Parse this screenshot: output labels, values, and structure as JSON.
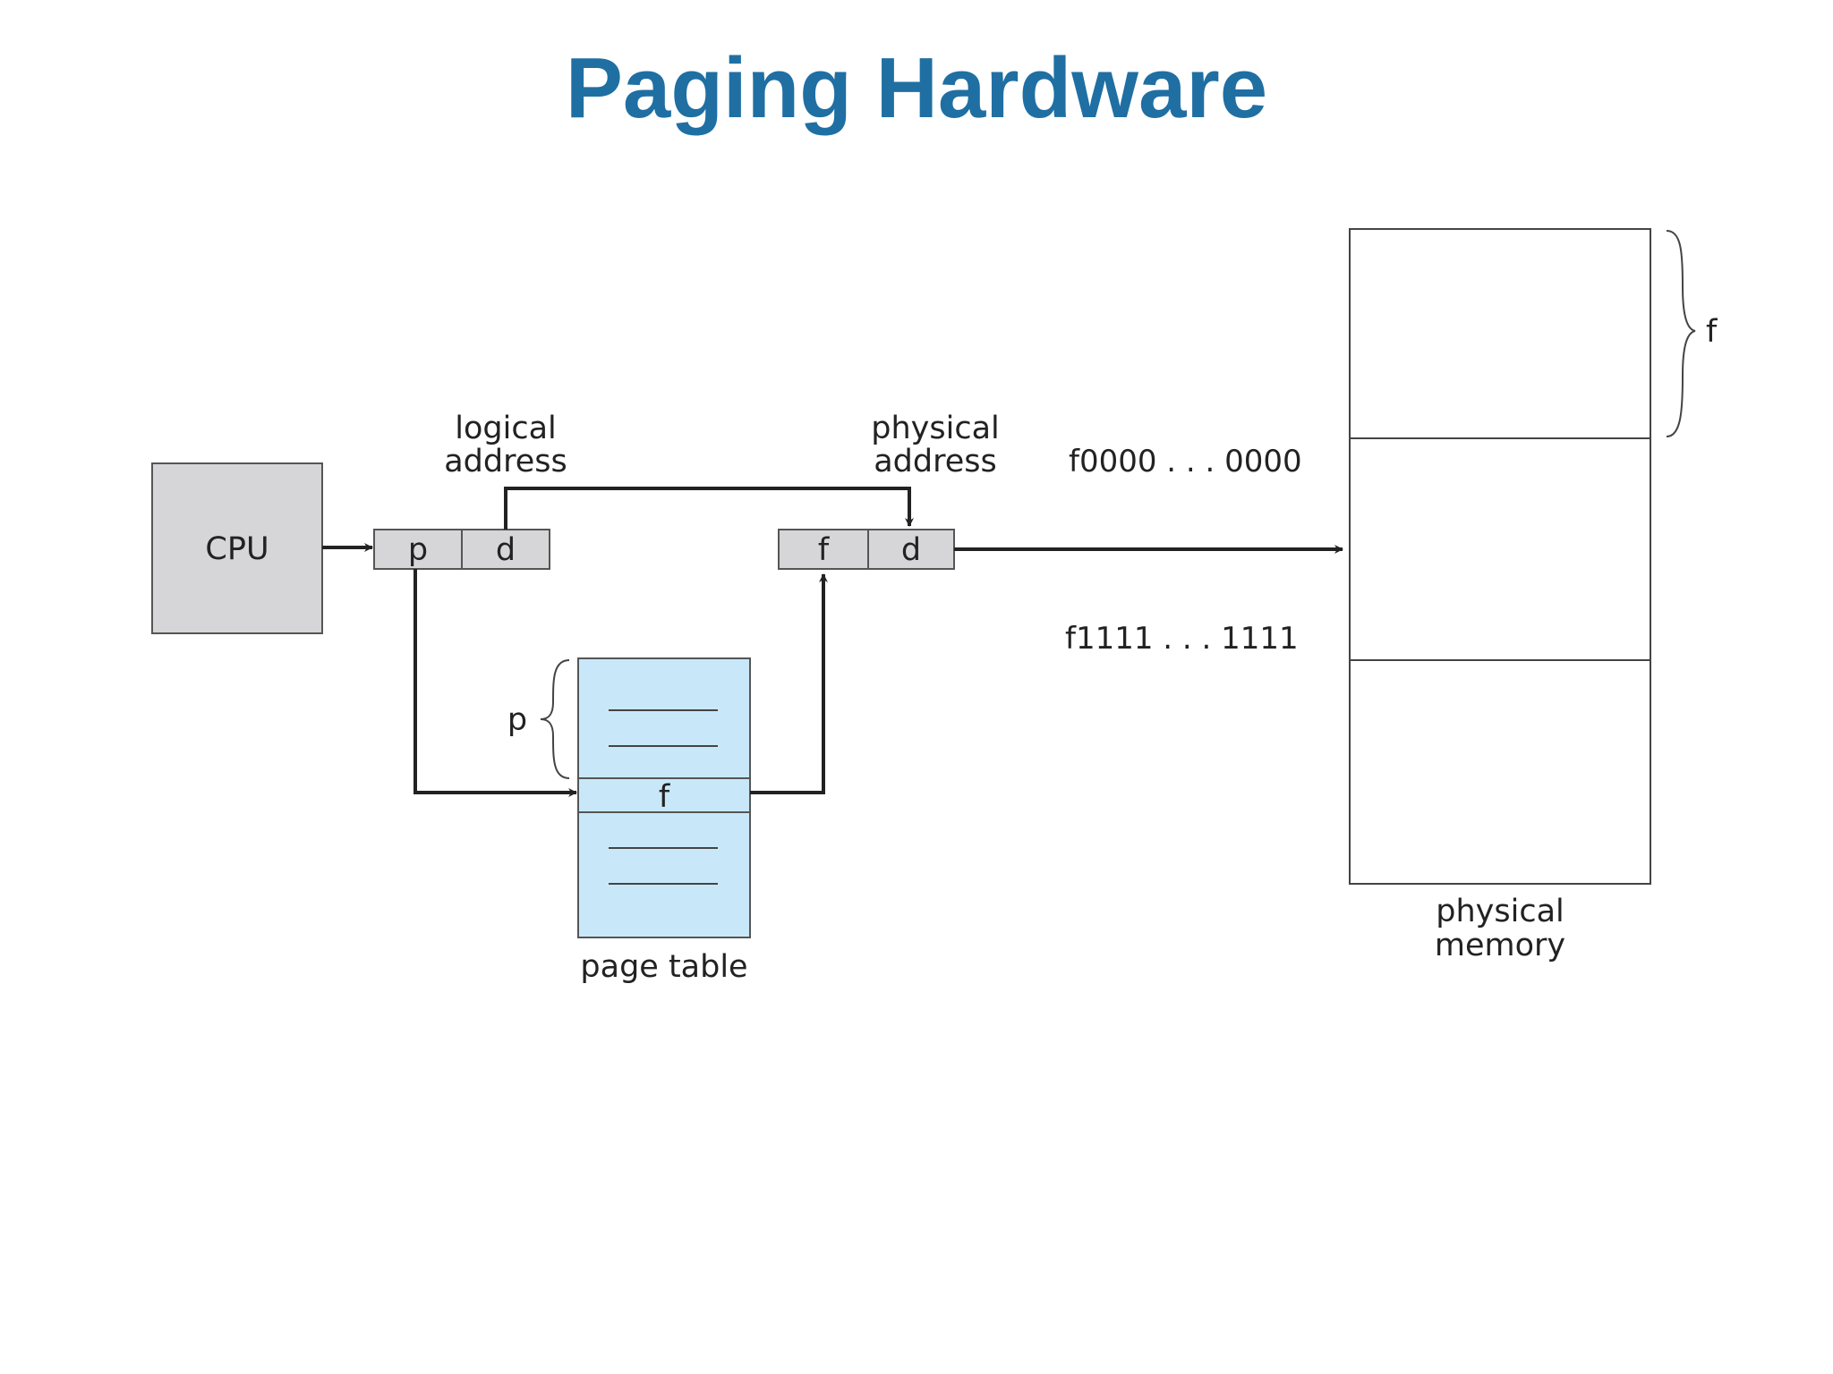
{
  "title": "Paging Hardware",
  "colors": {
    "title": "#1f6fa3",
    "cpu_fill": "#d6d6d8",
    "register_fill": "#d6d6d8",
    "page_table_fill": "#c8e8fa",
    "line": "#222222"
  },
  "cpu": {
    "label": "CPU"
  },
  "logical_address": {
    "caption_line1": "logical",
    "caption_line2": "address",
    "fields": [
      "p",
      "d"
    ]
  },
  "physical_address": {
    "caption_line1": "physical",
    "caption_line2": "address",
    "fields": [
      "f",
      "d"
    ]
  },
  "page_table": {
    "caption": "page table",
    "index_label": "p",
    "entry_label": "f"
  },
  "physical_memory": {
    "caption_line1": "physical",
    "caption_line2": "memory",
    "frame_label": "f",
    "frame_start": "f0000 . . . 0000",
    "frame_end": "f1111 . . . 1111"
  }
}
